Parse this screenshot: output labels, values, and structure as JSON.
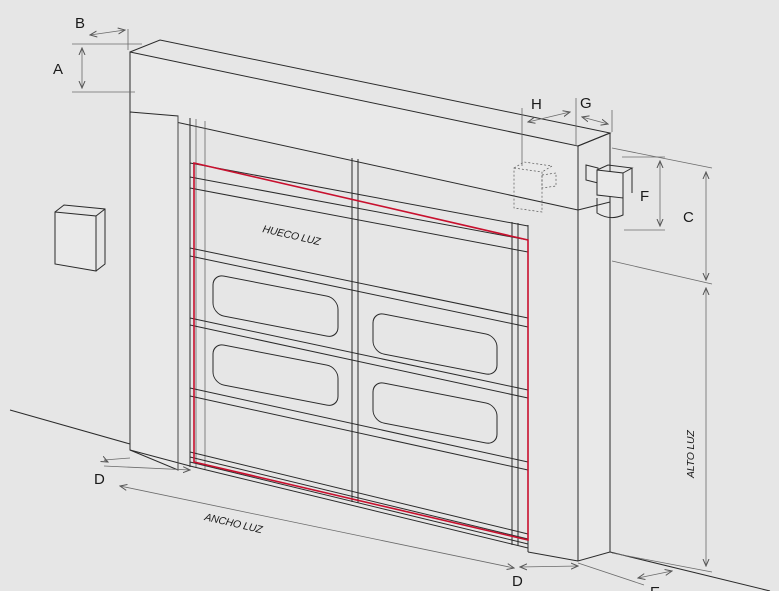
{
  "labels": {
    "a": "A",
    "b": "B",
    "c": "C",
    "d_left": "D",
    "d_right": "D",
    "e": "E",
    "f": "F",
    "g": "G",
    "h": "H",
    "hueco_luz": "HUECO LUZ",
    "ancho_luz": "ANCHO LUZ",
    "alto_luz": "ALTO LUZ"
  },
  "colors": {
    "background": "#e6e6e6",
    "outline": "#2b2b2b",
    "clear_opening": "#c8102e"
  }
}
